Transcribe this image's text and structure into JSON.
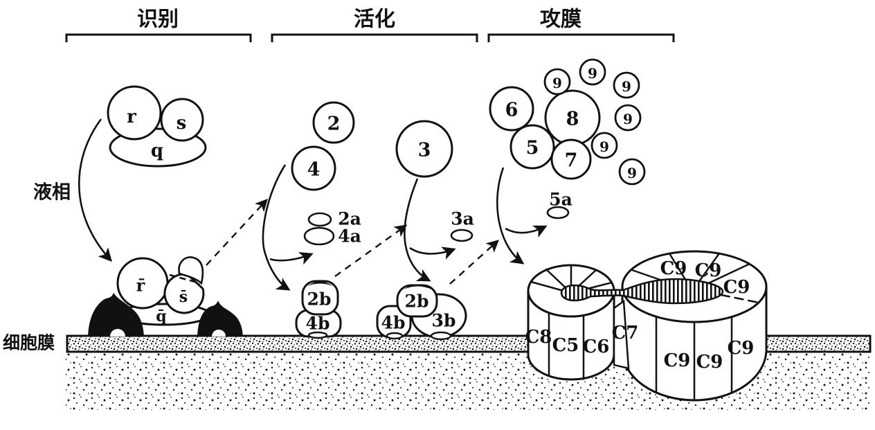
{
  "sections": [
    {
      "id": "recognition",
      "label": "识别"
    },
    {
      "id": "activation",
      "label": "活化"
    },
    {
      "id": "membrane_attack",
      "label": "攻膜"
    }
  ],
  "phase_labels": {
    "fluid_phase": "液相",
    "cell_membrane": "细胞膜"
  },
  "fluid_c1_complex": {
    "r": "r",
    "s": "s",
    "q": "q"
  },
  "membrane_c1_complex": {
    "r": "r̄",
    "s": "s̄",
    "q": "q̄"
  },
  "activation_stage": {
    "c2": "2",
    "c4": "4",
    "c3": "3",
    "fragments": {
      "f2a": "2a",
      "f4a": "4a",
      "f3a": "3a"
    },
    "c3_convertase": {
      "top": "2b",
      "bottom": "4b"
    },
    "c5_convertase": {
      "top": "2b",
      "left": "4b",
      "right": "3b"
    }
  },
  "attack_stage": {
    "c6": "6",
    "c8": "8",
    "c5": "5",
    "c7": "7",
    "c9_pool": [
      "9",
      "9",
      "9",
      "9",
      "9",
      "9"
    ],
    "fragment_5a": "5a"
  },
  "mac_complex": {
    "left_ring": [
      "C8",
      "C5",
      "C6",
      "C7"
    ],
    "right_ring_top": [
      "C9",
      "C9",
      "C9"
    ],
    "right_ring_front": [
      "C9",
      "C9",
      "C9"
    ]
  },
  "colors": {
    "ink": "#111111",
    "paper": "#ffffff"
  }
}
